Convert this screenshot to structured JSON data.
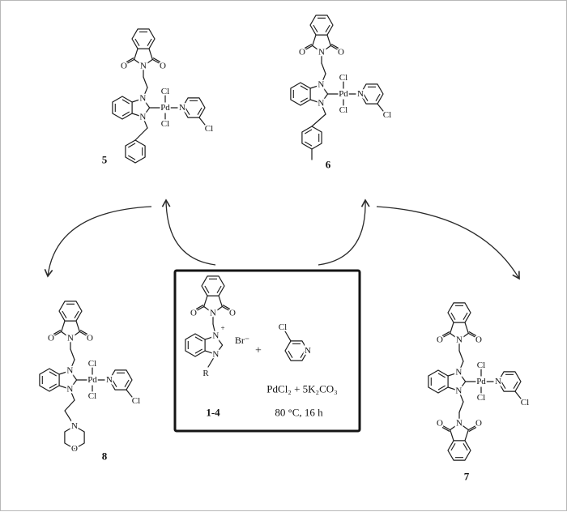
{
  "figure": {
    "compound_labels": {
      "five": "5",
      "six": "6",
      "seven": "7",
      "eight": "8",
      "salt_series": "1-4"
    },
    "atom_labels": {
      "nitrogen": "N",
      "oxygen": "O",
      "chlorine": "Cl",
      "palladium": "Pd",
      "r_group": "R",
      "bromide": "Br⁻",
      "positive_charge": "+"
    },
    "reaction": {
      "plus_sign": "+",
      "reagents": "PdCl₂ + 5K₂CO₃",
      "conditions": "80 °C, 16 h"
    }
  }
}
